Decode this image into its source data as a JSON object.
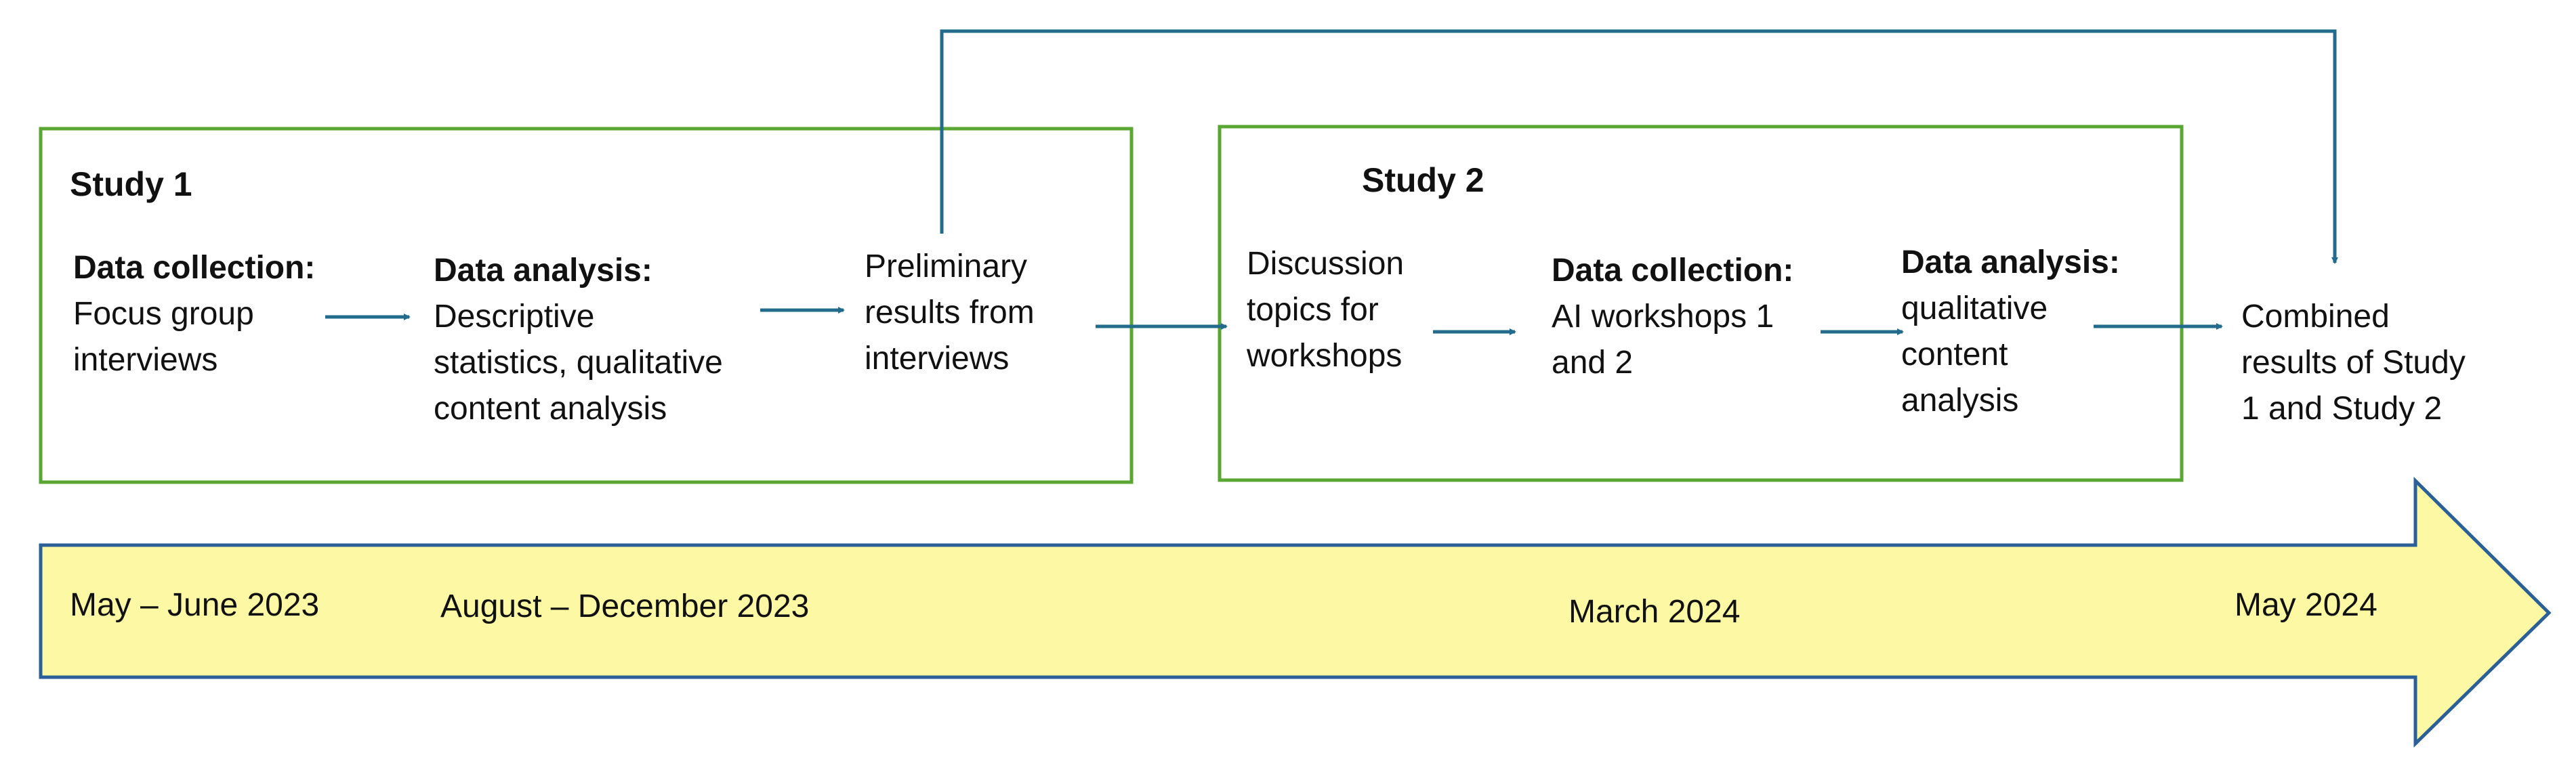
{
  "colors": {
    "box_border": "#5aa632",
    "arrow": "#226b8c",
    "timeline_fill": "#fcf8a4",
    "timeline_border": "#2b5f98",
    "text": "#111111"
  },
  "study1": {
    "title": "Study 1",
    "collection": {
      "heading": "Data collection:",
      "text": "Focus group\ninterviews"
    },
    "analysis": {
      "heading": "Data analysis:",
      "text": "Descriptive\nstatistics, qualitative\ncontent analysis"
    },
    "results": {
      "text": "Preliminary\nresults from\ninterviews"
    }
  },
  "study2": {
    "title": "Study 2",
    "topics": {
      "text": "Discussion\ntopics for\nworkshops"
    },
    "collection": {
      "heading": "Data collection:",
      "text": "AI workshops 1\nand 2"
    },
    "analysis": {
      "heading": "Data analysis:",
      "text": "qualitative\ncontent\nanalysis"
    }
  },
  "combined": {
    "text": "Combined\nresults of Study\n1 and Study 2"
  },
  "timeline": {
    "dates": [
      "May – June 2023",
      "August – December 2023",
      "March 2024",
      "May 2024"
    ]
  }
}
